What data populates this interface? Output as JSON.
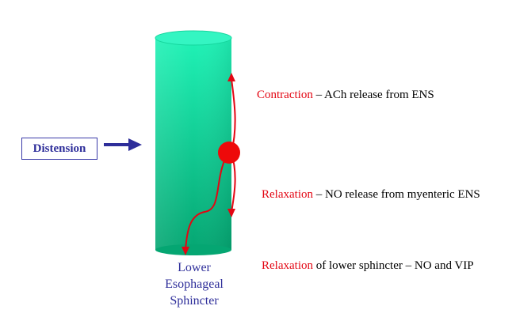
{
  "distension_label": "Distension",
  "sphincter_label": [
    "Lower",
    "Esophageal",
    "Sphincter"
  ],
  "annotations": [
    {
      "highlight": "Contraction",
      "rest": " – ACh release from ENS"
    },
    {
      "highlight": "Relaxation",
      "rest": " – NO release from myenteric ENS"
    },
    {
      "highlight": "Relaxation",
      "rest": " of lower sphincter – NO and VIP"
    }
  ],
  "colors": {
    "tube_top": "#1ff2b6",
    "tube_bottom": "#05a672",
    "arrow_red": "#e30613",
    "distension_blue": "#2e2e9a"
  }
}
